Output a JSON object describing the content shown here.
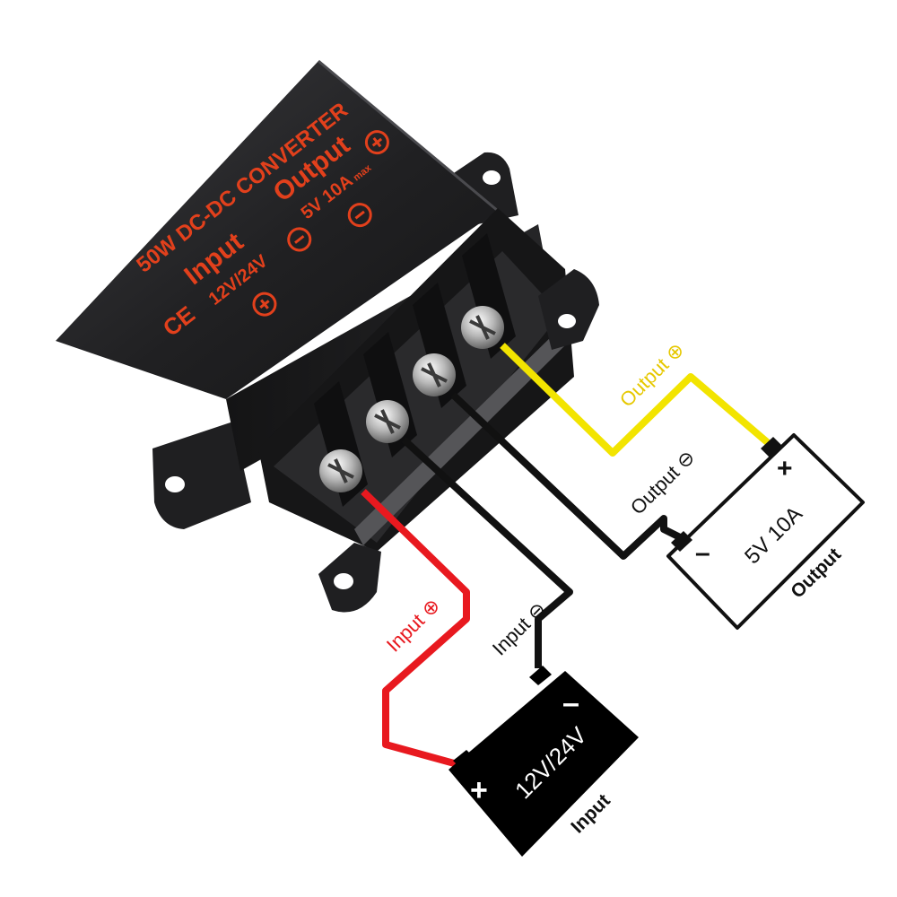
{
  "converter": {
    "title": "50W DC-DC CONVERTER",
    "ce_mark": "CE",
    "input_heading": "Input",
    "input_voltage": "12V/24V",
    "output_heading": "Output",
    "output_rating": "5V 10A",
    "output_rating_suffix": "max"
  },
  "wires": {
    "input_pos": "Input ⊕",
    "input_neg": "Input ⊖",
    "output_pos": "Output ⊕",
    "output_neg": "Output ⊖"
  },
  "input_battery": {
    "plus": "+",
    "minus": "–",
    "voltage": "12V/24V",
    "caption": "Input"
  },
  "output_load": {
    "plus": "+",
    "minus": "–",
    "rating": "5V 10A",
    "caption": "Output"
  },
  "colors": {
    "input_positive_wire": "#e8191f",
    "negative_wire": "#111111",
    "output_positive_wire": "#f2e400",
    "housing": "#1c1c1e",
    "printing": "#e2401c"
  }
}
